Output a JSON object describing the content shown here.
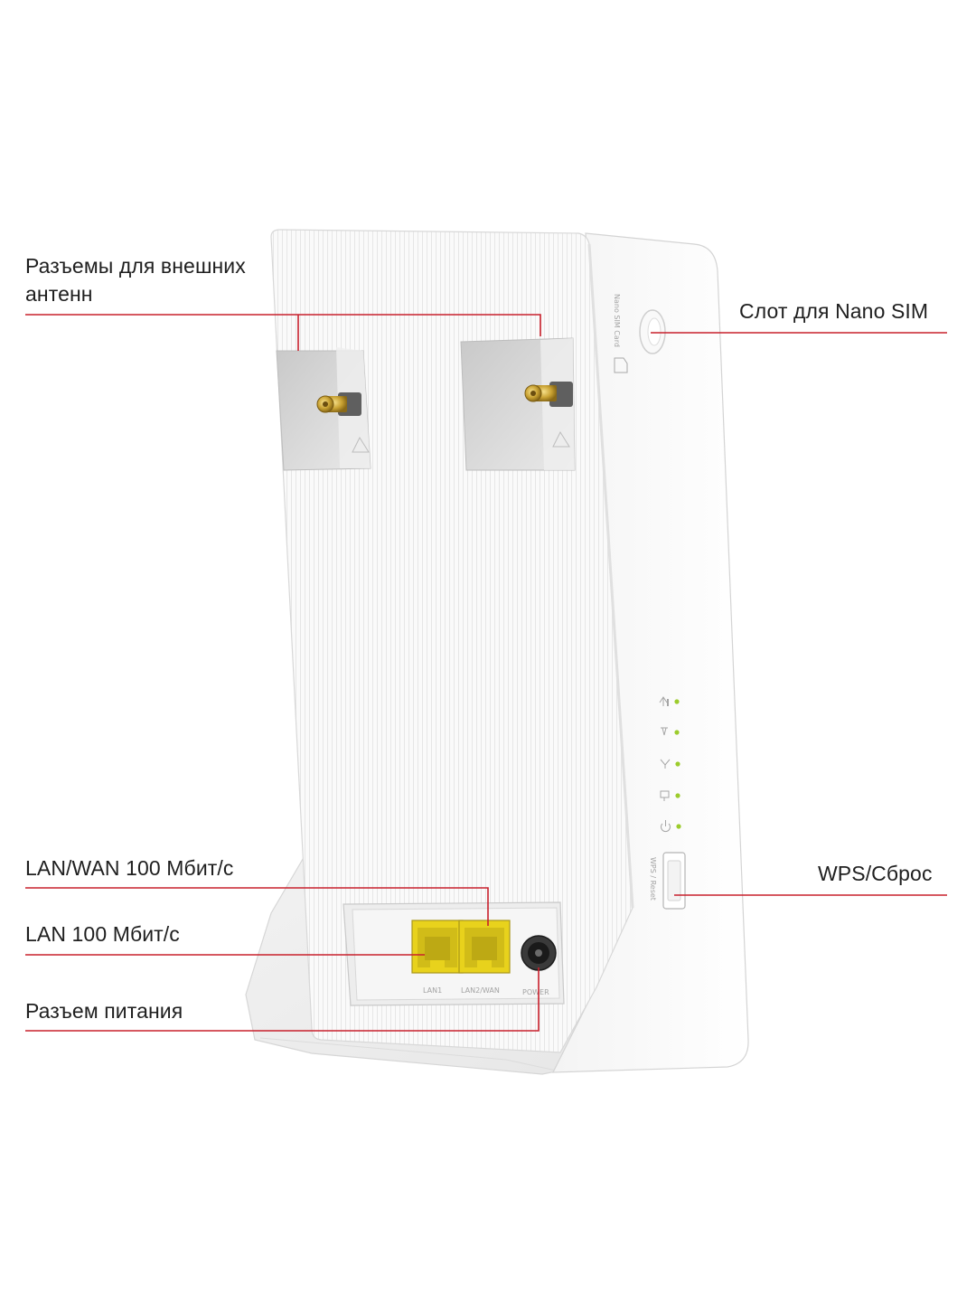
{
  "callouts": {
    "antenna_connectors": "Разъемы для внешних антенн",
    "nano_sim_slot": "Слот для Nano SIM",
    "lan_wan_port": "LAN/WAN 100 Мбит/с",
    "lan_port": "LAN 100 Мбит/с",
    "power_jack": "Разъем питания",
    "wps_reset": "WPS/Сброс"
  },
  "device_labels": {
    "sim_card": "Nano SIM Card",
    "wps_reset": "WPS / Reset",
    "lan1": "LAN1",
    "lan2_wan": "LAN2/WAN",
    "power": "POWER"
  },
  "colors": {
    "leader_line": "#c8202c",
    "body": "#f7f7f7",
    "port_yellow": "#e8d21c",
    "led_green": "#9ccc2c"
  }
}
